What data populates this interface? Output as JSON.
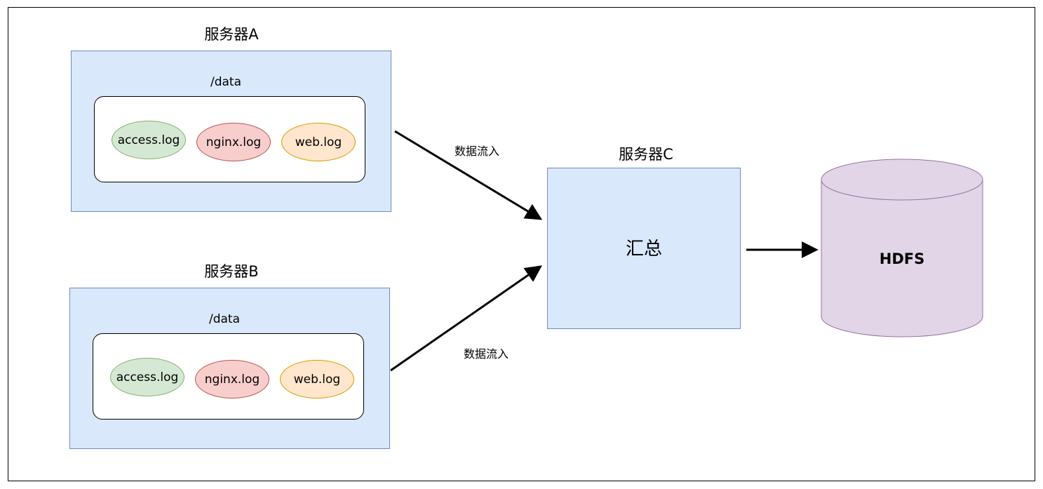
{
  "servers": [
    {
      "title": "服务器A",
      "folder": "/data",
      "logs": [
        "access.log",
        "nginx.log",
        "web.log"
      ]
    },
    {
      "title": "服务器B",
      "folder": "/data",
      "logs": [
        "access.log",
        "nginx.log",
        "web.log"
      ]
    }
  ],
  "flows": [
    {
      "label": "数据流入"
    },
    {
      "label": "数据流入"
    }
  ],
  "aggregator": {
    "title": "服务器C",
    "content": "汇总"
  },
  "storage": {
    "label": "HDFS"
  },
  "colors": {
    "server_fill": "#dae8fc",
    "server_stroke": "#6c8ebf",
    "access_fill": "#d5e8d4",
    "access_stroke": "#82b366",
    "nginx_fill": "#f8cecc",
    "nginx_stroke": "#b85450",
    "web_fill": "#ffe6cc",
    "web_stroke": "#d79b00",
    "hdfs_fill": "#e1d5e7",
    "hdfs_stroke": "#9673a6"
  }
}
